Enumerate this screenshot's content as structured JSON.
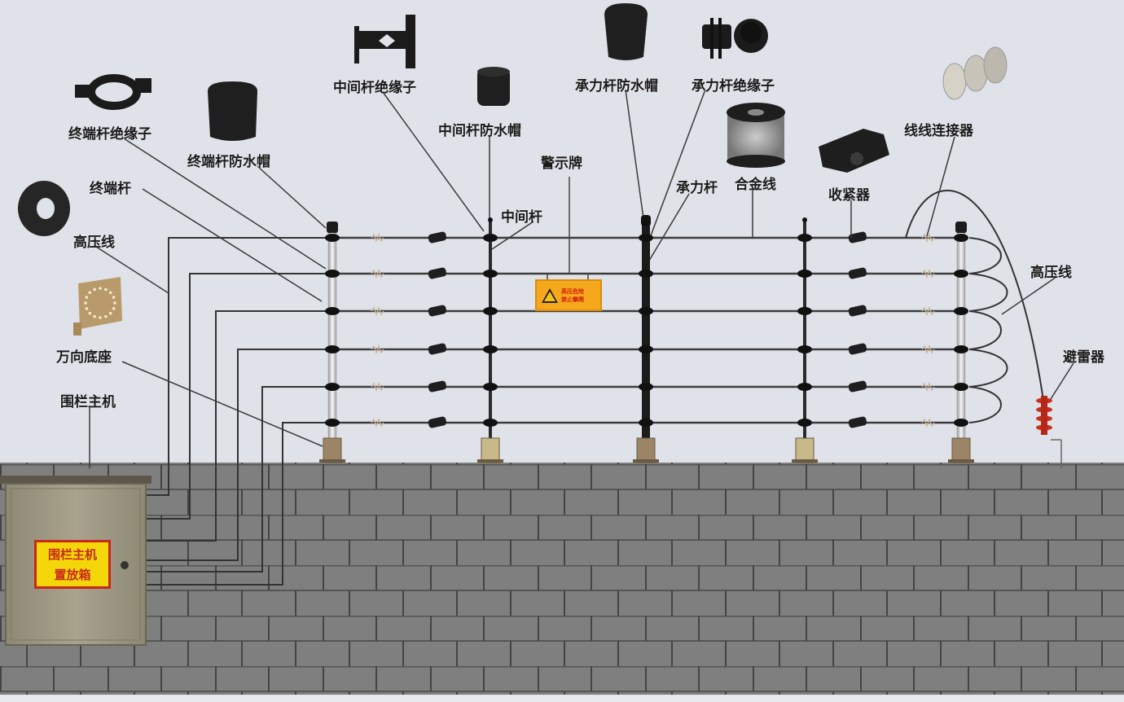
{
  "title": "电子围栏系统组成示意图",
  "colors": {
    "background": "#dfe2e8",
    "wall_brick": "#7f7f7f",
    "wall_mortar": "#4a4a4a",
    "wire": "#3a3a3a",
    "terminal_post": "#e8e8ea",
    "load_post": "#1f1f1f",
    "box_body": "#a09a84",
    "box_label_bg": "#f4d70a",
    "box_label_text": "#c8281a",
    "sign_bg": "#f6a81c",
    "arrester": "#c83020"
  },
  "labels": {
    "terminal_insulator": "终端杆绝缘子",
    "terminal_cap": "终端杆防水帽",
    "terminal_post": "终端杆",
    "hv_cable_left": "高压线",
    "universal_base": "万向底座",
    "fence_host": "围栏主机",
    "middle_insulator": "中间杆绝缘子",
    "middle_cap": "中间杆防水帽",
    "warning_sign": "警示牌",
    "middle_post": "中间杆",
    "load_cap": "承力杆防水帽",
    "load_insulator": "承力杆绝缘子",
    "load_post": "承力杆",
    "alloy_wire": "合金线",
    "tensioner": "收紧器",
    "wire_connector": "线线连接器",
    "hv_cable_right": "高压线",
    "lightning_arrester": "避雷器"
  },
  "host_box": {
    "label_line1": "围栏主机",
    "label_line2": "置放箱"
  },
  "sign": {
    "line1": "高压危险",
    "line2": "禁止攀爬"
  },
  "fence": {
    "wire_count": 6,
    "posts": [
      "terminal",
      "middle",
      "load",
      "middle",
      "terminal"
    ]
  }
}
